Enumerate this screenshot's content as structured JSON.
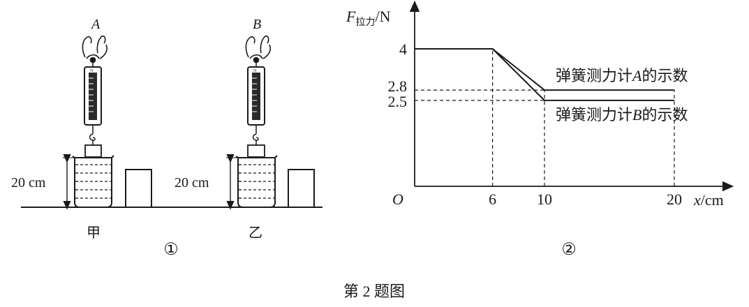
{
  "left_figure": {
    "scale_A_label": "A",
    "scale_B_label": "B",
    "height_label_jia": "20 cm",
    "height_label_yi": "20 cm",
    "setup_jia_label": "甲",
    "setup_yi_label": "乙",
    "figure_number": "①",
    "spring_mark": "N"
  },
  "right_figure": {
    "figure_number": "②"
  },
  "caption": "第 2 题图",
  "chart_data": {
    "type": "line",
    "ylabel_main": "F",
    "ylabel_sub": "拉力",
    "ylabel_unit": "/N",
    "xlabel_var": "x",
    "xlabel_unit": "/cm",
    "origin_label": "O",
    "x_ticks": [
      {
        "value": 6,
        "label": "6"
      },
      {
        "value": 10,
        "label": "10"
      },
      {
        "value": 20,
        "label": "20"
      }
    ],
    "y_ticks": [
      {
        "value": 4,
        "label": "4"
      },
      {
        "value": 2.8,
        "label": "2.8"
      },
      {
        "value": 2.5,
        "label": "2.5"
      }
    ],
    "series": [
      {
        "name_prefix": "弹簧测力计",
        "name_var": "A",
        "name_suffix": "的示数",
        "points": [
          [
            0,
            4
          ],
          [
            6,
            4
          ],
          [
            10,
            2.8
          ],
          [
            20,
            2.8
          ]
        ]
      },
      {
        "name_prefix": "弹簧测力计",
        "name_var": "B",
        "name_suffix": "的示数",
        "points": [
          [
            0,
            4
          ],
          [
            6,
            4
          ],
          [
            10,
            2.5
          ],
          [
            20,
            2.5
          ]
        ]
      }
    ]
  }
}
